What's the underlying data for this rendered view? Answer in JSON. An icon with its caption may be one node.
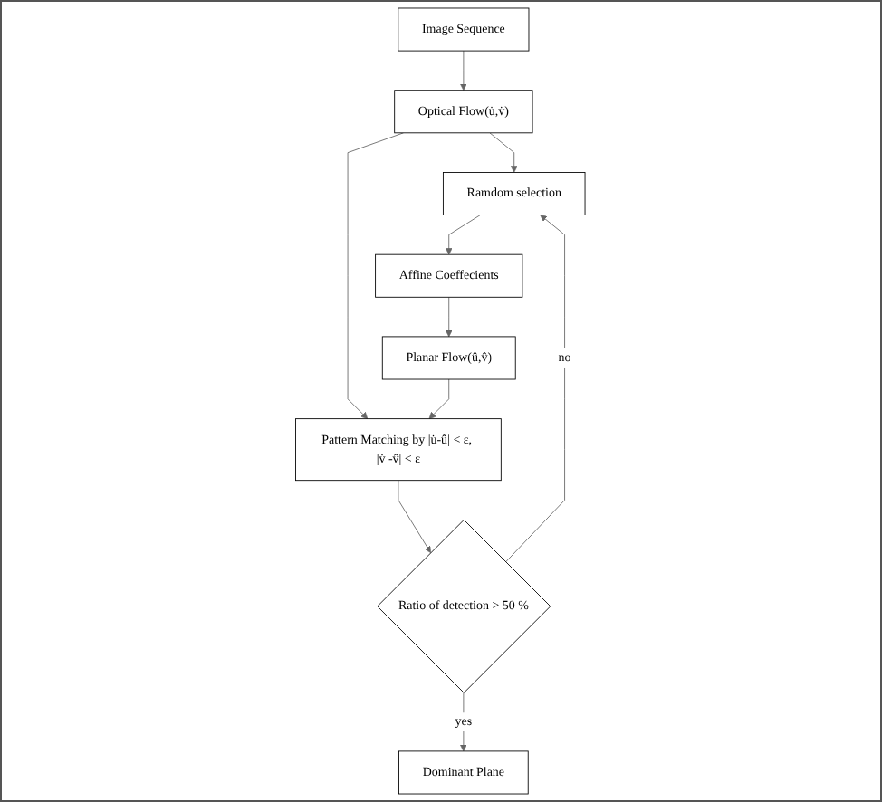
{
  "diagram": {
    "nodes": [
      {
        "text": [
          "Image Sequence"
        ]
      },
      {
        "text": [
          "Ramdom selection"
        ]
      },
      {
        "text": [
          "Affine Coeffecients"
        ]
      },
      {
        "text": [
          "Optical Flow(u̇,v̇)"
        ]
      },
      {
        "text": [
          "Planar Flow(û,v̂)"
        ]
      },
      {
        "text": [
          "Pattern Matching by |u̇-û| < ε, |v̇ -v̂| < ε"
        ]
      },
      {
        "text": [
          "Ratio of detection > 50 %"
        ]
      },
      {
        "text": [
          "Dominant Plane"
        ]
      }
    ],
    "edges": [
      {
        "from": 0,
        "to": 3,
        "arrow": "to"
      },
      {
        "from": 3,
        "to": 1,
        "arrow": "to"
      },
      {
        "from": 1,
        "to": 2,
        "arrow": "to"
      },
      {
        "from": 2,
        "to": 4,
        "arrow": "to"
      },
      {
        "from": 3,
        "to": 5,
        "arrow": "to"
      },
      {
        "from": 4,
        "to": 5,
        "arrow": "to"
      },
      {
        "from": 5,
        "to": 6,
        "arrow": "to"
      },
      {
        "from": 6,
        "to": 1,
        "arrow": "to",
        "label": "no"
      },
      {
        "from": 6,
        "to": 7,
        "arrow": "to",
        "label": "yes"
      }
    ]
  }
}
